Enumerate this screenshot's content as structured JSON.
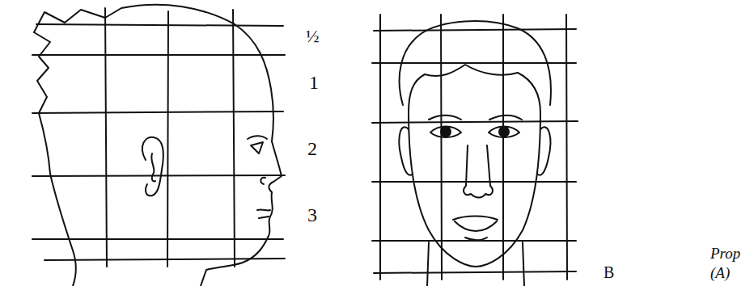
{
  "diagram": {
    "labels": [
      "½",
      "1",
      "2",
      "3",
      "B",
      "Prop",
      "(A)"
    ]
  }
}
